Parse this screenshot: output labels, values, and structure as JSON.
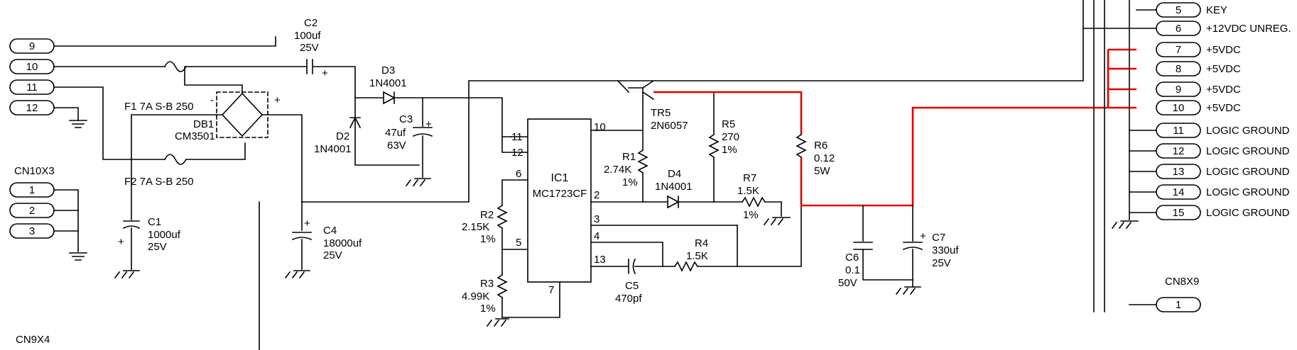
{
  "cn9": {
    "label": "CN9X4",
    "pins": [
      "9",
      "10",
      "11",
      "12"
    ]
  },
  "cn10": {
    "label": "CN10X3",
    "pins": [
      "1",
      "2",
      "3"
    ]
  },
  "cn8": {
    "label": "CN8X9",
    "pin_bottom": "1",
    "pins": [
      {
        "num": "5",
        "label": "KEY"
      },
      {
        "num": "6",
        "label": "+12VDC  UNREG."
      },
      {
        "num": "7",
        "label": "+5VDC"
      },
      {
        "num": "8",
        "label": "+5VDC"
      },
      {
        "num": "9",
        "label": "+5VDC"
      },
      {
        "num": "10",
        "label": "+5VDC"
      },
      {
        "num": "11",
        "label": "LOGIC  GROUND"
      },
      {
        "num": "12",
        "label": "LOGIC  GROUND"
      },
      {
        "num": "13",
        "label": "LOGIC  GROUND"
      },
      {
        "num": "14",
        "label": "LOGIC  GROUND"
      },
      {
        "num": "15",
        "label": "LOGIC  GROUND"
      }
    ]
  },
  "ic_pins": {
    "p11": "11",
    "p12": "12",
    "p6": "6",
    "p5": "5",
    "p10": "10",
    "p2": "2",
    "p3": "3",
    "p4": "4",
    "p13": "13",
    "p7": "7"
  },
  "components": {
    "ic1": {
      "ref": "IC1",
      "part": "MC1723CF"
    },
    "c2": {
      "ref": "C2",
      "value": "100uf",
      "voltage": "25V",
      "polarity": "+"
    },
    "f1": {
      "label": "F1  7A  S-B  250"
    },
    "f2": {
      "label": "F2  7A  S-B  250"
    },
    "db1": {
      "ref": "DB1",
      "part": "CM3501",
      "minus": "-",
      "plus": "+"
    },
    "d3": {
      "ref": "D3",
      "part": "1N4001"
    },
    "d2": {
      "ref": "D2",
      "part": "1N4001"
    },
    "c3": {
      "ref": "C3",
      "value": "47uf",
      "voltage": "63V",
      "polarity": "+"
    },
    "c1": {
      "ref": "C1",
      "value": "1000uf",
      "voltage": "25V",
      "polarity": "+"
    },
    "c4": {
      "ref": "C4",
      "value": "18000uf",
      "voltage": "25V",
      "polarity": "+"
    },
    "r2": {
      "ref": "R2",
      "value": "2.15K",
      "tolerance": "1%"
    },
    "r3": {
      "ref": "R3",
      "value": "4.99K",
      "tolerance": "1%"
    },
    "tr5": {
      "ref": "TR5",
      "part": "2N6057"
    },
    "r1": {
      "ref": "R1",
      "value": "2.74K",
      "tolerance": "1%"
    },
    "d4": {
      "ref": "D4",
      "part": "1N4001"
    },
    "r5": {
      "ref": "R5",
      "value": "270",
      "tolerance": "1%"
    },
    "r7": {
      "ref": "R7",
      "value": "1.5K",
      "tolerance": "1%"
    },
    "r6": {
      "ref": "R6",
      "value": "0.12",
      "power": "5W"
    },
    "r4": {
      "ref": "R4",
      "value": "1.5K"
    },
    "c5": {
      "ref": "C5",
      "value": "470pf"
    },
    "c6": {
      "ref": "C6",
      "value": "0.1",
      "voltage": "50V"
    },
    "c7": {
      "ref": "C7",
      "value": "330uf",
      "voltage": "25V",
      "polarity": "+"
    }
  }
}
